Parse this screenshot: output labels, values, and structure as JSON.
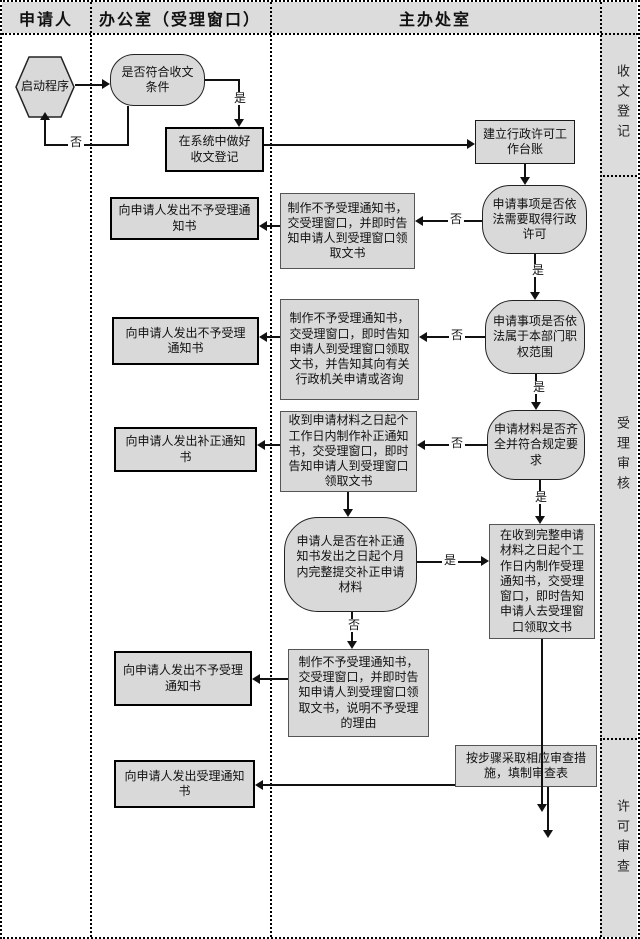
{
  "header": {
    "applicant": "申请人",
    "office": "办公室（受理窗口）",
    "main_department": "主办处室"
  },
  "phases": {
    "receipt": "收文登记",
    "acceptance_review": "受理审核",
    "permit_review": "许可审查"
  },
  "nodes": {
    "start": "启动程序",
    "check_receipt": "是否符合收文条件",
    "register": "在系统中做好收文登记",
    "ledger": "建立行政许可工作台账",
    "need_license": "申请事项是否依法需要取得行政许可",
    "make_reject1": "制作不予受理通知书，交受理窗口，并即时告知申请人到受理窗口领取文书",
    "send_reject1": "向申请人发出不予受理通知书",
    "within_authority": "申请事项是否依法属于本部门职权范围",
    "make_reject2": "制作不予受理通知书，交受理窗口，即时告知申请人到受理窗口领取文书，并告知其向有关行政机关申请或咨询",
    "send_reject2": "向申请人发出不予受理通知书",
    "materials_complete": "申请材料是否齐全并符合规定要求",
    "make_supplement": "收到申请材料之日起个工作日内制作补正通知书，交受理窗口，即时告知申请人到受理窗口领取文书",
    "send_supplement": "向申请人发出补正通知书",
    "supplement_submitted": "申请人是否在补正通知书发出之日起个月内完整提交补正申请材料",
    "make_accept": "在收到完整申请材料之日起个工作日内制作受理通知书，交受理窗口，即时告知申请人去受理窗口领取文书",
    "make_reject3": "制作不予受理通知书，交受理窗口，并即时告知申请人到受理窗口领取文书，说明不予受理的理由",
    "send_reject3": "向申请人发出不予受理通知书",
    "review_steps": "按步骤采取相应审查措施，填制审查表",
    "send_accept": "向申请人发出受理通知书"
  },
  "edge_labels": {
    "yes": "是",
    "no": "否"
  },
  "colors": {
    "lane_fill": "#dcdcdc",
    "node_fill": "#d9d9d9",
    "line": "#111111"
  }
}
